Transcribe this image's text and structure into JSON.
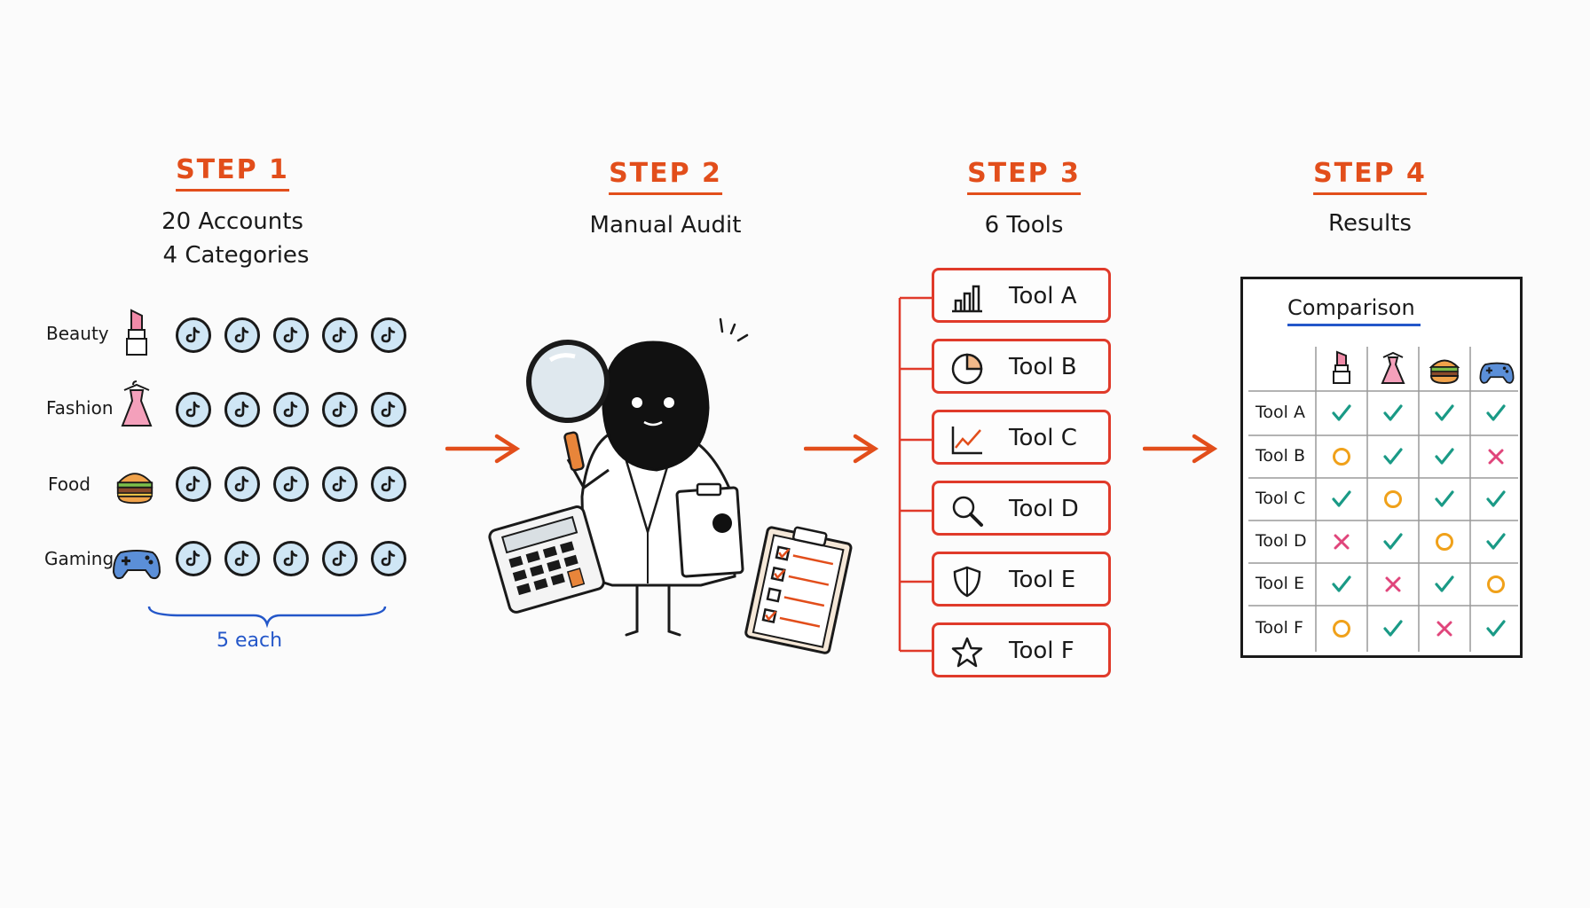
{
  "steps": [
    {
      "title": "STEP 1",
      "subtitle_lines": [
        "20 Accounts",
        "4 Categories"
      ]
    },
    {
      "title": "STEP 2",
      "subtitle_lines": [
        "Manual Audit"
      ]
    },
    {
      "title": "STEP 3",
      "subtitle_lines": [
        "6 Tools"
      ]
    },
    {
      "title": "STEP 4",
      "subtitle_lines": [
        "Results"
      ]
    }
  ],
  "categories": [
    {
      "label": "Beauty",
      "icon": "lipstick-icon",
      "accounts": 5
    },
    {
      "label": "Fashion",
      "icon": "dress-icon",
      "accounts": 5
    },
    {
      "label": "Food",
      "icon": "burger-icon",
      "accounts": 5
    },
    {
      "label": "Gaming",
      "icon": "gamepad-icon",
      "accounts": 5
    }
  ],
  "accounts_note": "5 each",
  "account_icon": "tiktok-icon",
  "tools": [
    {
      "label": "Tool A",
      "icon": "bar-chart-icon"
    },
    {
      "label": "Tool B",
      "icon": "pie-chart-icon"
    },
    {
      "label": "Tool C",
      "icon": "line-chart-icon"
    },
    {
      "label": "Tool D",
      "icon": "magnifier-icon"
    },
    {
      "label": "Tool E",
      "icon": "shield-icon"
    },
    {
      "label": "Tool F",
      "icon": "star-icon"
    }
  ],
  "results": {
    "title": "Comparison",
    "columns": [
      "lipstick-icon",
      "dress-icon",
      "burger-icon",
      "gamepad-icon"
    ],
    "rows": [
      {
        "label": "Tool A",
        "marks": [
          "check",
          "check",
          "check",
          "check"
        ]
      },
      {
        "label": "Tool B",
        "marks": [
          "circle",
          "check",
          "check",
          "cross"
        ]
      },
      {
        "label": "Tool C",
        "marks": [
          "check",
          "circle",
          "check",
          "check"
        ]
      },
      {
        "label": "Tool D",
        "marks": [
          "cross",
          "check",
          "circle",
          "check"
        ]
      },
      {
        "label": "Tool E",
        "marks": [
          "check",
          "cross",
          "check",
          "circle"
        ]
      },
      {
        "label": "Tool F",
        "marks": [
          "circle",
          "check",
          "cross",
          "check"
        ]
      }
    ]
  },
  "colors": {
    "accent": "#e24e1b",
    "tool_border": "#e03a2a",
    "brace": "#2457c9",
    "check": "#1a9a86",
    "circle": "#f0a11a",
    "cross": "#e0457b",
    "tiktok_fill": "#cfe6f5"
  }
}
